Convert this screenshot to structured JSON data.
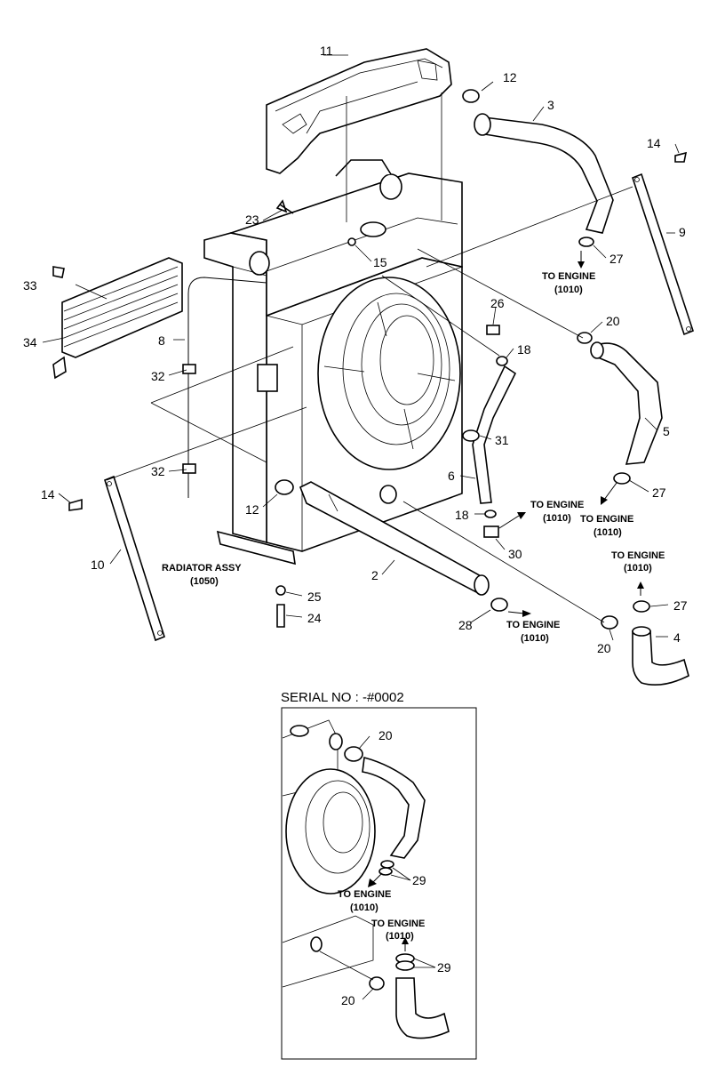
{
  "labels": {
    "p2": "2",
    "p3": "3",
    "p4": "4",
    "p5": "5",
    "p6": "6",
    "p8": "8",
    "p9": "9",
    "p10": "10",
    "p11": "11",
    "p12a": "12",
    "p12b": "12",
    "p14a": "14",
    "p14b": "14",
    "p15": "15",
    "p18a": "18",
    "p18b": "18",
    "p20a": "20",
    "p20b": "20",
    "p23": "23",
    "p24": "24",
    "p25": "25",
    "p26": "26",
    "p27a": "27",
    "p27b": "27",
    "p27c": "27",
    "p28": "28",
    "p30": "30",
    "p31": "31",
    "p32a": "32",
    "p32b": "32",
    "p33": "33",
    "p34": "34"
  },
  "notes": {
    "to_engine": "TO ENGINE",
    "engine_ref": "(1010)",
    "radiator_assy": "RADIATOR ASSY",
    "radiator_ref": "(1050)"
  },
  "inset": {
    "title": "SERIAL NO : -#0002",
    "labels": {
      "p20a": "20",
      "p20b": "20",
      "p29a": "29",
      "p29b": "29"
    }
  }
}
